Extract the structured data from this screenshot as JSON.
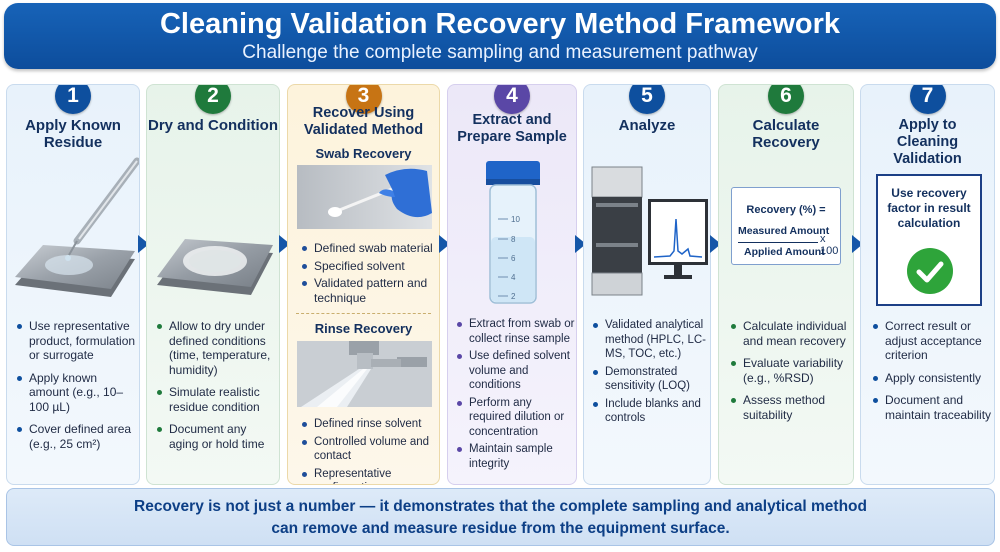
{
  "header": {
    "title": "Cleaning Validation Recovery Method Framework",
    "subtitle": "Challenge the complete sampling and measurement pathway"
  },
  "steps": [
    {
      "number": "1",
      "title": [
        "Apply Known",
        "Residue"
      ],
      "bullets": [
        "Use representative product, formulation or surrogate",
        "Apply known amount (e.g., 10–100 µL)",
        "Cover defined area (e.g., 25 cm²)"
      ]
    },
    {
      "number": "2",
      "title": [
        "Dry and Condition"
      ],
      "bullets": [
        "Allow to dry under defined conditions (time, temperature, humidity)",
        "Simulate realistic residue condition",
        "Document any aging or hold time"
      ]
    },
    {
      "number": "3",
      "title": [
        "Recover Using",
        "Validated Method"
      ],
      "swab_title": "Swab Recovery",
      "swab_bullets": [
        "Defined swab material",
        "Specified solvent",
        "Validated pattern and technique"
      ],
      "rinse_title": "Rinse Recovery",
      "rinse_bullets": [
        "Defined rinse solvent",
        "Controlled volume and contact",
        "Representative configuration"
      ]
    },
    {
      "number": "4",
      "title": [
        "Extract and",
        "Prepare Sample"
      ],
      "bullets": [
        "Extract from swab or collect rinse sample",
        "Use defined solvent volume and conditions",
        "Perform any required dilution or concentration",
        "Maintain sample integrity"
      ]
    },
    {
      "number": "5",
      "title": [
        "Analyze"
      ],
      "bullets": [
        "Validated analytical method (HPLC, LC-MS, TOC, etc.)",
        "Demonstrated sensitivity (LOQ)",
        "Include blanks and controls"
      ]
    },
    {
      "number": "6",
      "title": [
        "Calculate",
        "Recovery"
      ],
      "formula": {
        "lhs": "Recovery (%) =",
        "numerator": "Measured Amount",
        "denominator": "Applied Amount",
        "multiplier": "x 100"
      },
      "bullets": [
        "Calculate individual and mean recovery",
        "Evaluate variability (e.g., %RSD)",
        "Assess method suitability"
      ]
    },
    {
      "number": "7",
      "title": [
        "Apply to",
        "Cleaning Validation"
      ],
      "box_text": "Use recovery factor in result calculation",
      "bullets": [
        "Correct result or adjust acceptance criterion",
        "Apply consistently",
        "Document and maintain traceability"
      ]
    }
  ],
  "vial_marks": [
    "10",
    "8",
    "6",
    "4",
    "2"
  ],
  "footer": {
    "line1": "Recovery is not just a number — it demonstrates that the complete sampling and analytical method",
    "line2": "can remove and measure residue from the equipment surface."
  },
  "colors": {
    "banner": "#0d4d9c",
    "step_blue": "#0e4f9e",
    "step_green": "#1f7a3c",
    "step_orange": "#c77414",
    "step_purple": "#5a47a6",
    "check": "#2ea43a"
  }
}
